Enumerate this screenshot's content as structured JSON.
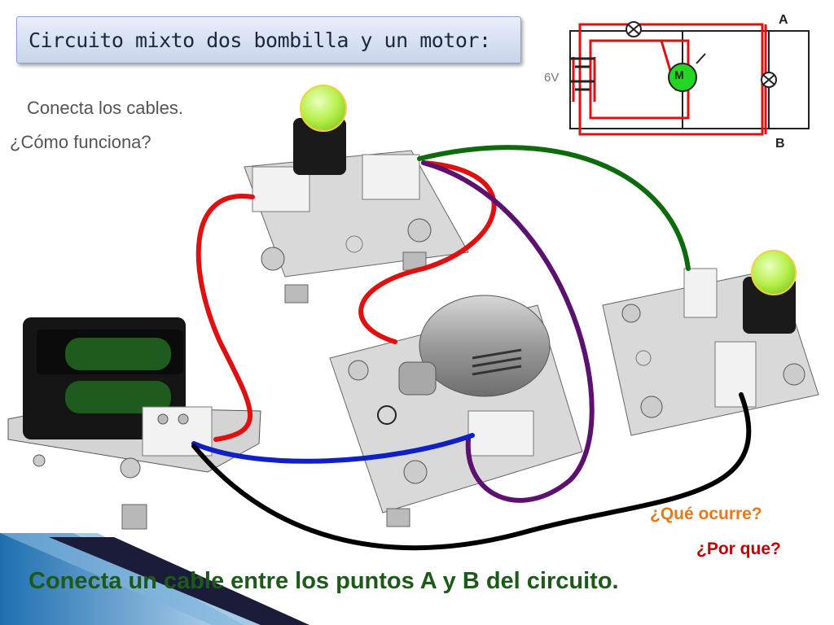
{
  "slide": {
    "title": "Circuito mixto dos bombilla y un motor:",
    "subtitle_line1": "Conecta los cables.",
    "subtitle_line2": "¿Cómo funciona?",
    "question1": "¿Qué ocurre?",
    "question2": "¿Por que?",
    "instruction": "Conecta un cable entre los puntos  A y B del circuito."
  },
  "schematic": {
    "point_a": "A",
    "point_b": "B",
    "battery_voltage": "6V",
    "motor_symbol": "M"
  },
  "colors": {
    "wire_red": "#e01010",
    "wire_green": "#0d6b0d",
    "wire_purple": "#5c1070",
    "wire_blue": "#1020c8",
    "wire_black": "#000000",
    "bulb_glow": "#b6f04a",
    "motor_green": "#22d622",
    "instruction_green": "#1d5a1a",
    "question_orange": "#e8781a",
    "question_red": "#c00000"
  }
}
